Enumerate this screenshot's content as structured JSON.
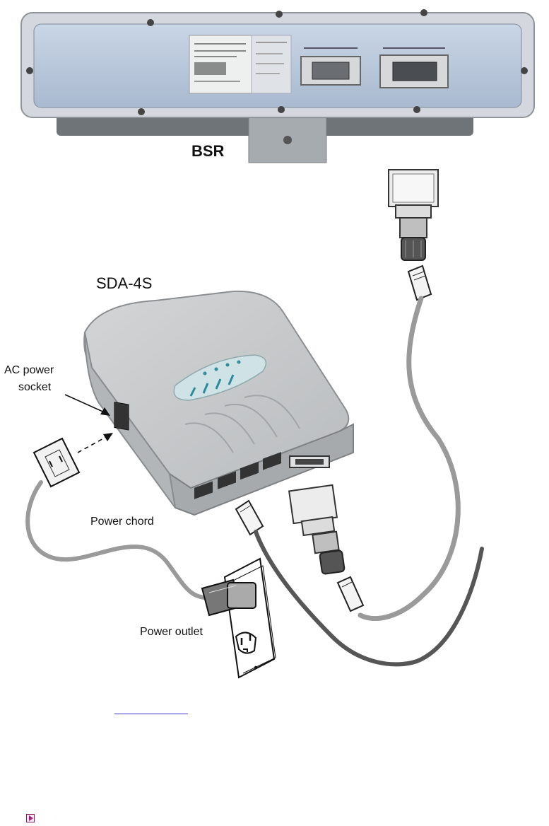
{
  "labels": {
    "bsr": "BSR",
    "sda": "SDA-4S",
    "ac_line1": "AC power",
    "ac_line2": "socket",
    "power_chord": "Power chord",
    "power_outlet": "Power outlet"
  },
  "colors": {
    "bsr_panel": "#b8c8dc",
    "bsr_frame": "#d4d8de",
    "sda_body": "#c6c9cb",
    "cable_dark": "#565656",
    "cable_light": "#9a9a9a",
    "link_underline": "#3a3ad0",
    "nav_icon": "#b0187c"
  },
  "nav": {
    "icon": "play-icon"
  }
}
